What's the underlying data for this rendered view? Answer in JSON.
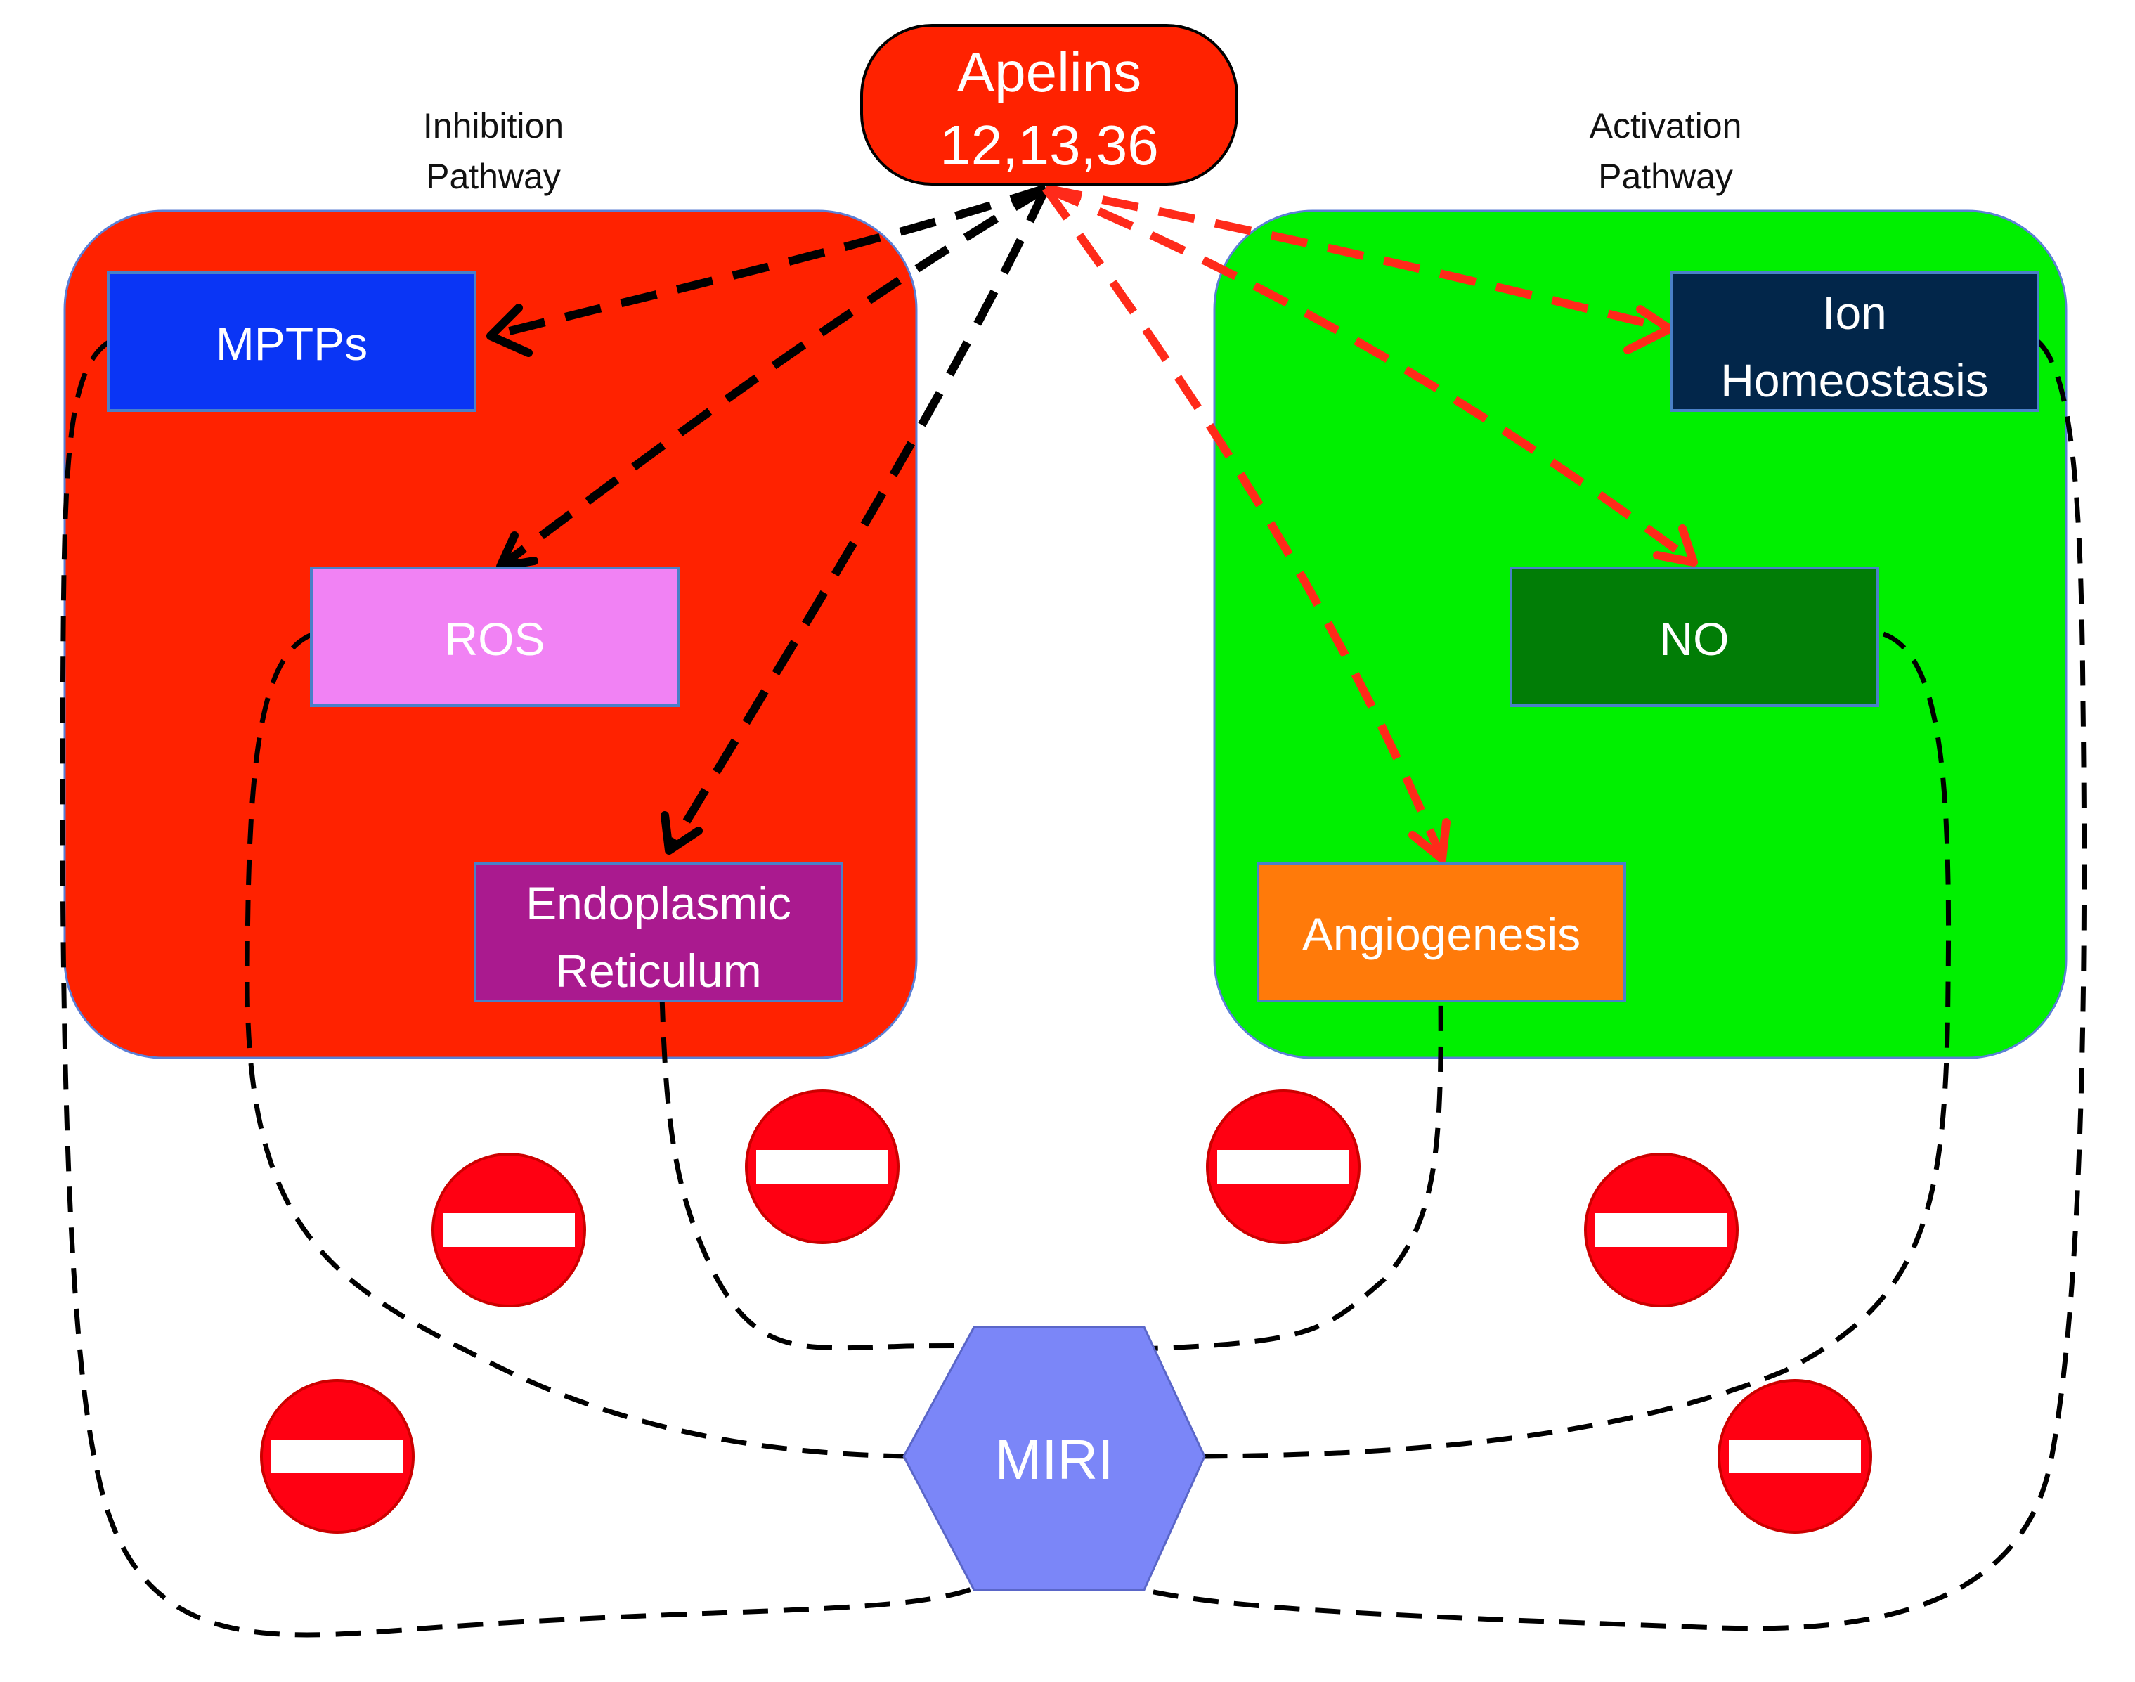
{
  "title": {
    "line1": "Apelins",
    "line2": "12,13,36"
  },
  "pathways": {
    "inhibition": {
      "line1": "Inhibition",
      "line2": "Pathway",
      "panel_color": "#ff2200"
    },
    "activation": {
      "line1": "Activation",
      "line2": "Pathway",
      "panel_color": "#00f000"
    }
  },
  "nodes": {
    "mptps": {
      "lines": [
        "MPTPs"
      ],
      "color": "#0a35f5"
    },
    "ros": {
      "lines": [
        "ROS"
      ],
      "color": "#f182f4"
    },
    "er": {
      "lines": [
        "Endoplasmic",
        "Reticulum"
      ],
      "color": "#aa1a8f"
    },
    "ion": {
      "lines": [
        "Ion",
        "Homeostasis"
      ],
      "color": "#02264a"
    },
    "no": {
      "lines": [
        "NO"
      ],
      "color": "#017d06"
    },
    "angio": {
      "lines": [
        "Angiogenesis"
      ],
      "color": "#ff7a0a"
    }
  },
  "target": {
    "label": "MIRI",
    "color": "#7b86f8"
  },
  "colors": {
    "apelins": "#ff2200",
    "inhibit_arrow": "#000000",
    "activate_arrow": "#ff2a1a",
    "block_sign": "#ff0012"
  },
  "icons": {
    "block_sign": "no-entry-icon"
  }
}
